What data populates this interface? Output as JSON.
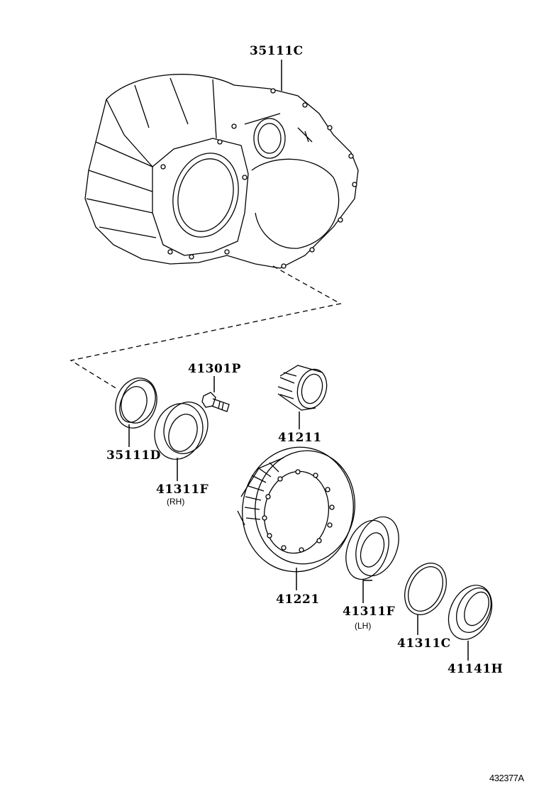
{
  "diagram_id": "432377A",
  "parts": [
    {
      "number": "35111C",
      "note": ""
    },
    {
      "number": "41301P",
      "note": ""
    },
    {
      "number": "41211",
      "note": ""
    },
    {
      "number": "35111D",
      "note": ""
    },
    {
      "number": "41311F",
      "note": "(RH)"
    },
    {
      "number": "41221",
      "note": ""
    },
    {
      "number": "41311F",
      "note": "(LH)"
    },
    {
      "number": "41311C",
      "note": ""
    },
    {
      "number": "41141H",
      "note": ""
    }
  ]
}
